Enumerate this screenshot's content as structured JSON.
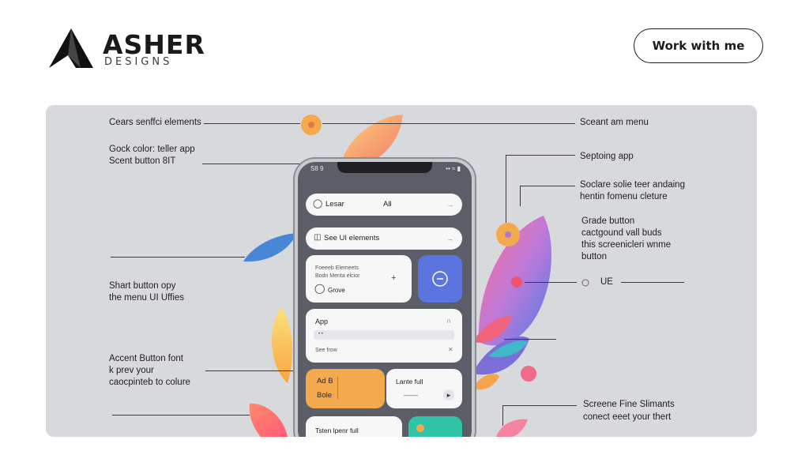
{
  "brand": {
    "name": "ASHER",
    "subtitle": "DESIGNS"
  },
  "header": {
    "cta_label": "Work with me"
  },
  "annotations": {
    "left": [
      "Cears senffci elements",
      "Gock color: teller app",
      "Scent button 8IT",
      "Shart button opy",
      "the menu UI Uffies",
      "Accent Button font",
      "k prev your",
      "caocpinteb to colure"
    ],
    "right": [
      "Sceant am menu",
      "Septoing app",
      "Soclare solie teer andaing",
      "hentin fomenu cleture",
      "Grade button",
      "cactgound vall buds",
      "this screenicleri wnme",
      "button",
      "UE",
      "Screene Fine Slimants",
      "conect eeet your thert"
    ]
  },
  "phone": {
    "status_time": "S8 9",
    "status_icons": "•• ≈ ▮",
    "search_label": "Lesar",
    "search_filter": "All",
    "see_ui": "See UI elements",
    "card3_line1": "Foeeeb Elemeets",
    "card3_line2": "Bodn Menta elcior",
    "card3_radio": "Grove",
    "app_title": "App",
    "app_input": "• •",
    "app_row": "See frow",
    "orange_ad": "Ad  B",
    "orange_bole": "Bole",
    "lante_full": "Lante full",
    "bottom_text": "Tsten lpenr full"
  },
  "colors": {
    "panel_bg": "#d8d9dd",
    "accent_orange": "#f4a94c",
    "accent_blue": "#5b74e0",
    "accent_teal": "#2fc4a8",
    "accent_pink": "#f06a7d"
  }
}
